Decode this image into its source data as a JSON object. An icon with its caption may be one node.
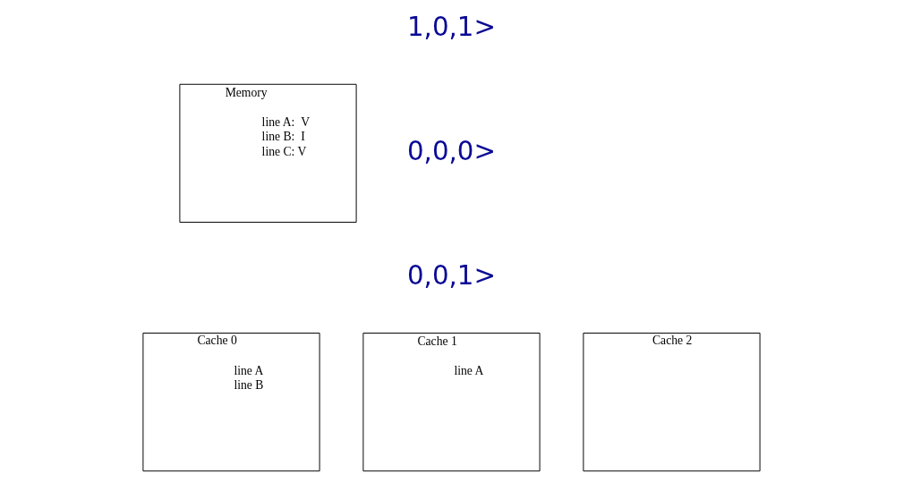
{
  "diagram": {
    "nodes": [
      {
        "text": [
          "Memory",
          "line A:  V",
          "line B:  I",
          "line C: V"
        ]
      },
      {
        "text": [
          "Cache 0",
          "line A",
          "line B"
        ]
      },
      {
        "text": [
          "Cache 1",
          "line A"
        ]
      },
      {
        "text": [
          "Cache 2"
        ]
      }
    ],
    "labels": [
      "1,0,1>",
      "0,0,0>",
      "0,0,1>"
    ]
  }
}
